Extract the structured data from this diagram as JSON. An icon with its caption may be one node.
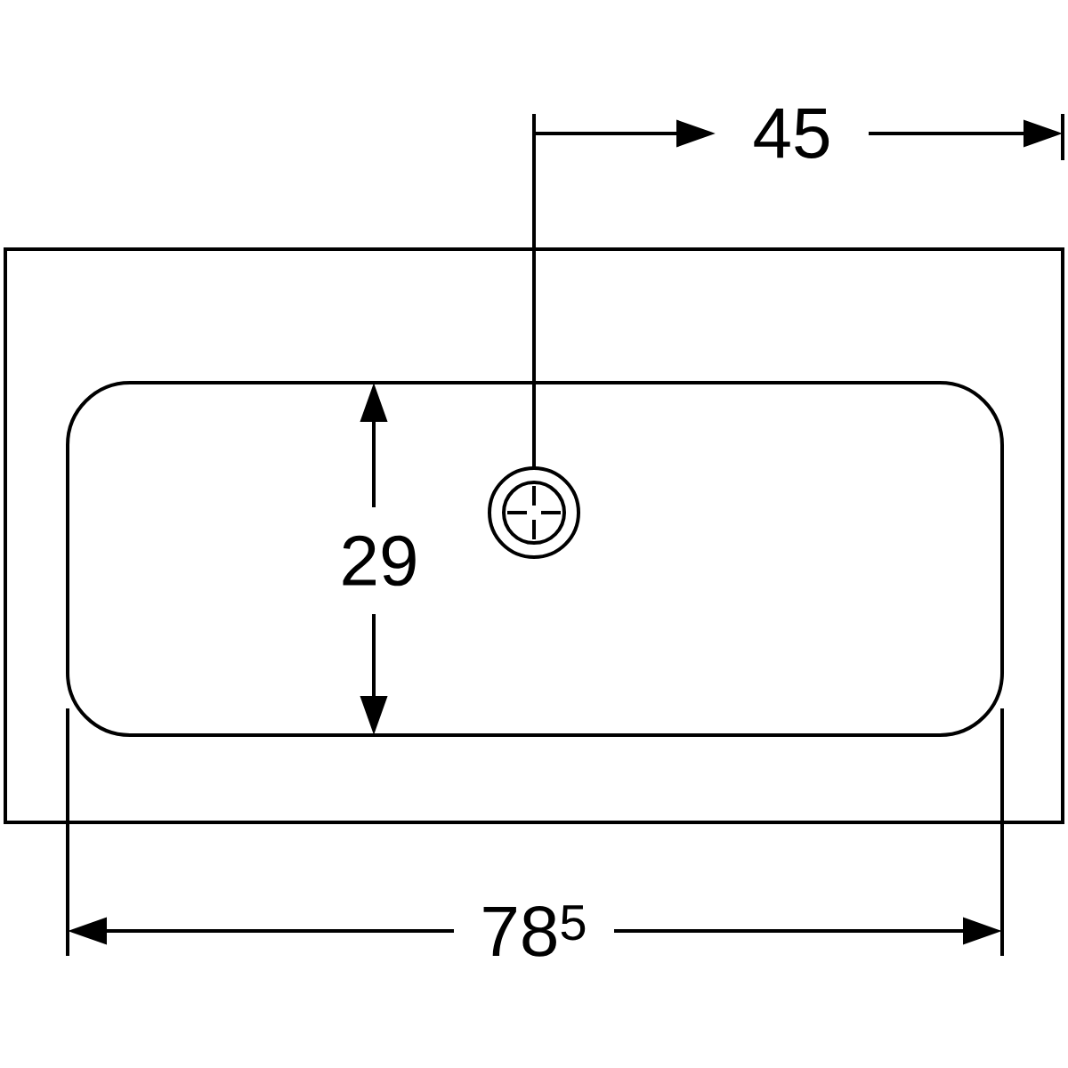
{
  "diagram": {
    "labels": [
      "45",
      "29",
      "78$^{5}$"
    ]
  }
}
